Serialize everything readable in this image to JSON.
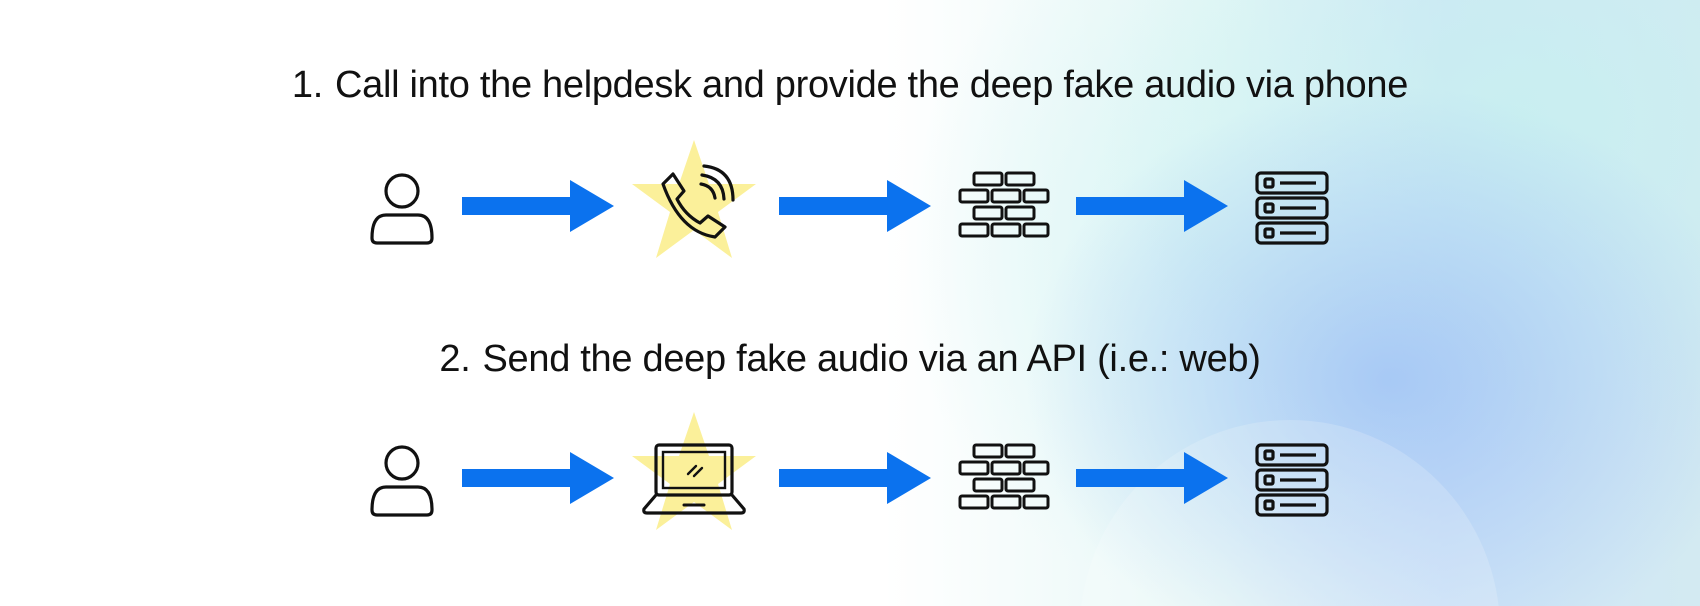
{
  "steps": [
    {
      "number": "1.",
      "title": "Call into the helpdesk and provide the deep fake audio via phone",
      "flow": [
        "user-icon",
        "phone-call-icon",
        "firewall-icon",
        "server-icon"
      ]
    },
    {
      "number": "2.",
      "title": "Send the deep fake audio via an API (i.e.: web)",
      "flow": [
        "user-icon",
        "laptop-icon",
        "firewall-icon",
        "server-icon"
      ]
    }
  ],
  "colors": {
    "arrow": "#0b72ee",
    "star": "#fbf09a",
    "stroke": "#111111",
    "text": "#111111"
  }
}
